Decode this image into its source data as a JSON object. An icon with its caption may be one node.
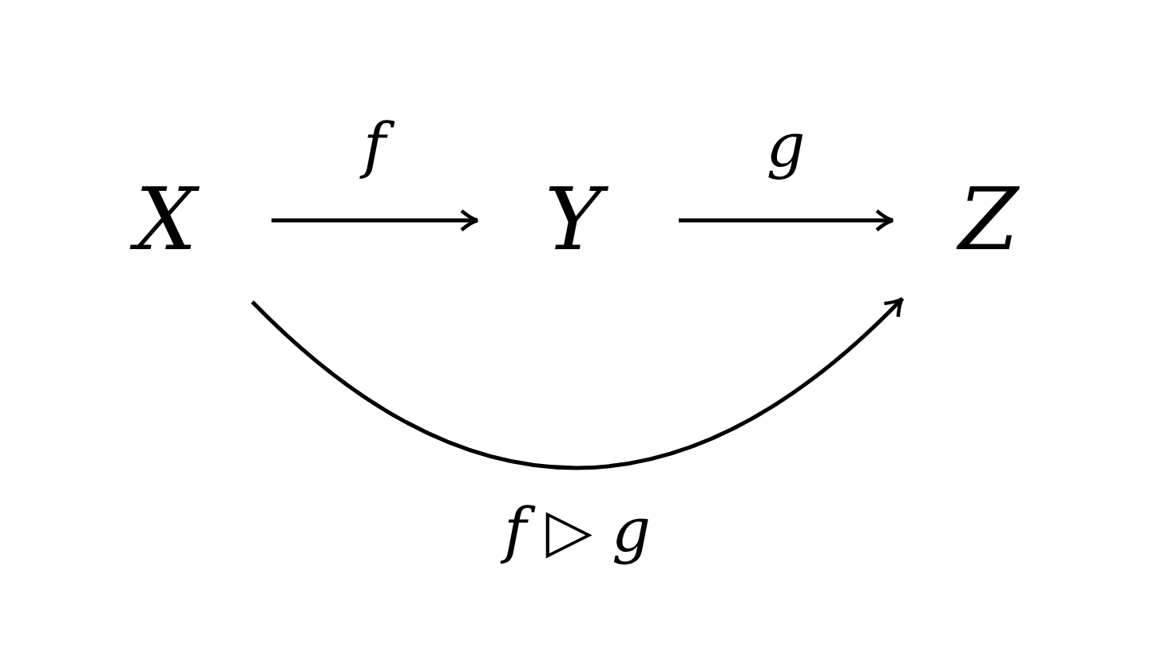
{
  "diagram": {
    "nodes": [
      {
        "text": [
          "X"
        ]
      },
      {
        "text": [
          "Y"
        ]
      },
      {
        "text": [
          "Z"
        ]
      }
    ],
    "edges": [
      {
        "from": 0,
        "to": 1,
        "arrow": "to",
        "label": "f"
      },
      {
        "from": 1,
        "to": 2,
        "arrow": "to",
        "label": "g"
      },
      {
        "from": 0,
        "to": 2,
        "arrow": "to",
        "label": "*f* ▷ *g*"
      }
    ]
  }
}
